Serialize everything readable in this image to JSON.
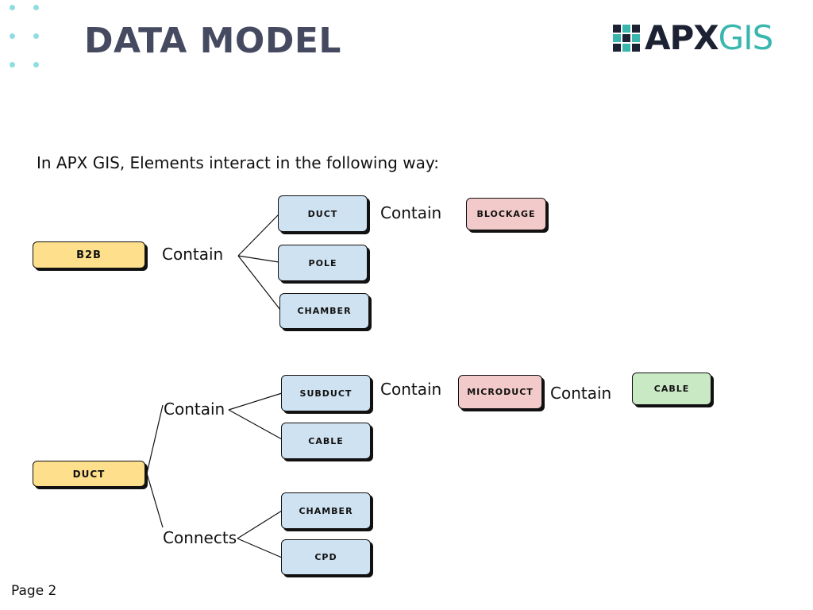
{
  "header": {
    "title": "DATA MODEL",
    "logo_left": "APX",
    "logo_right": "GIS"
  },
  "intro": "In  APX GIS,  Elements interact in the following way:",
  "diagram1": {
    "root": "B2B",
    "relation": "Contain",
    "children": [
      "DUCT",
      "POLE",
      "CHAMBER"
    ],
    "duct_relation": "Contain",
    "duct_child": "BLOCKAGE"
  },
  "diagram2": {
    "root": "DUCT",
    "contain_relation": "Contain",
    "contain_children": [
      "SUBDUCT",
      "CABLE"
    ],
    "subduct_relation": "Contain",
    "subduct_child": "MICRODUCT",
    "microduct_relation": "Contain",
    "microduct_child": "CABLE",
    "connects_relation": "Connects",
    "connects_children": [
      "CHAMBER",
      "CPD"
    ]
  },
  "footer": {
    "page_label": "Page 2"
  },
  "colors": {
    "title": "#454a60",
    "accent": "#39b7ae",
    "root_box": "#fddf8c",
    "child_box": "#cfe2f1",
    "pink_box": "#f3caca",
    "green_box": "#c9e8c4"
  }
}
